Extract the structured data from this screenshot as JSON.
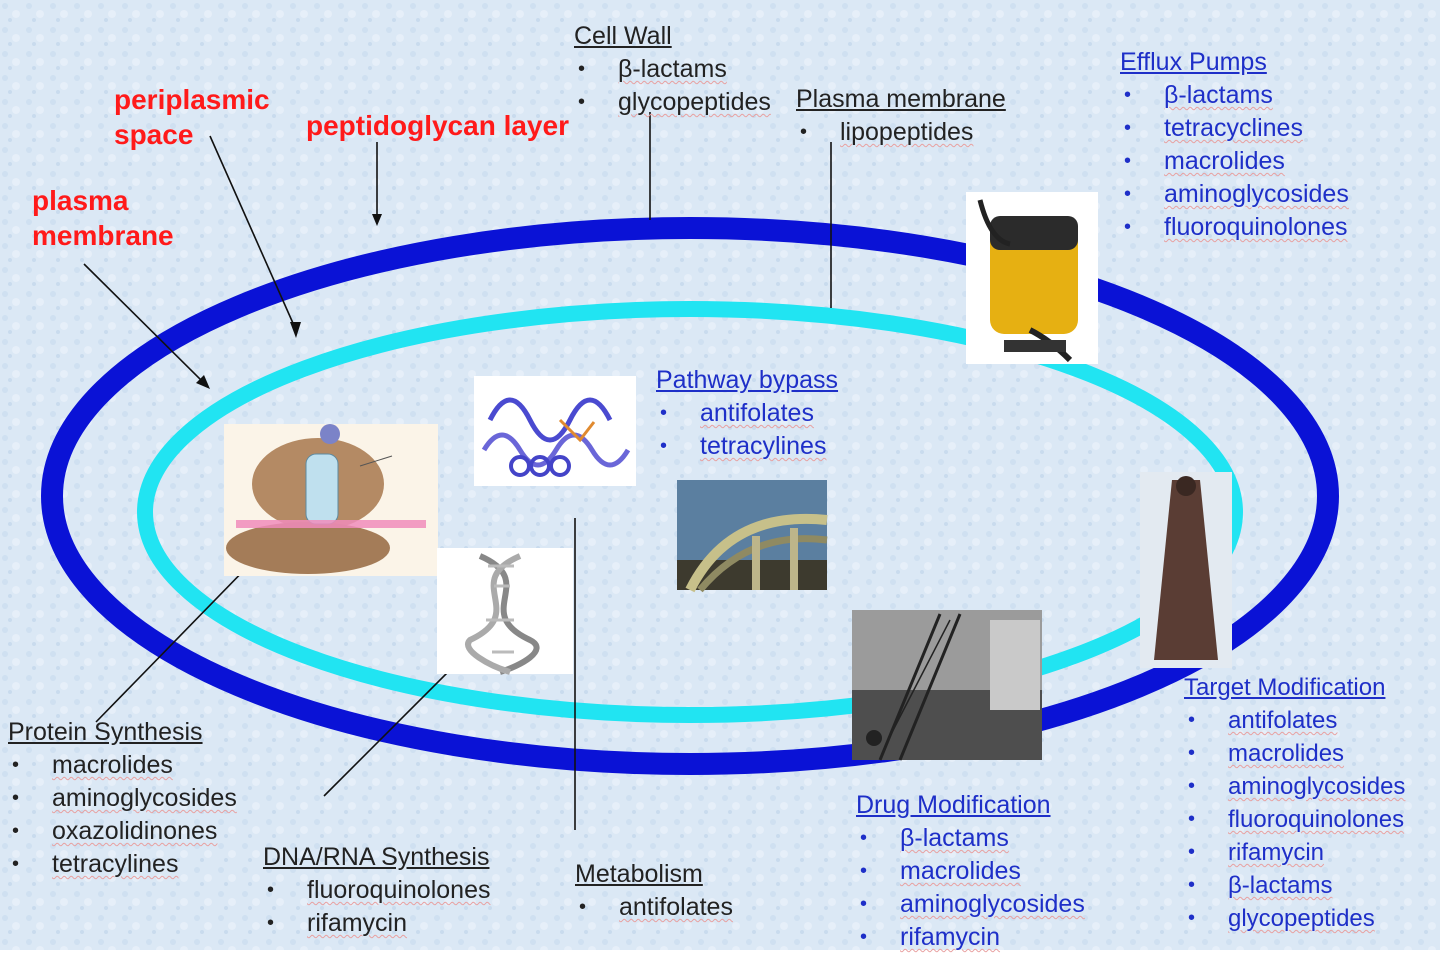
{
  "colors": {
    "outer_ring": "#0a12d6",
    "inner_ring": "#21e4f2",
    "red_label": "#ff1a1a",
    "blue_text": "#1e2fc8",
    "dark_text": "#222222",
    "background": "#dbe8f5"
  },
  "red_labels": {
    "periplasmic": "periplasmic\nspace",
    "peptidoglycan": "peptidoglycan layer",
    "plasma": "plasma\nmembrane"
  },
  "groups": {
    "cell_wall": {
      "heading": "Cell Wall",
      "items": [
        "β-lactams",
        "glycopeptides"
      ]
    },
    "plasma_membrane": {
      "heading": "Plasma membrane",
      "items": [
        "lipopeptides"
      ]
    },
    "efflux_pumps": {
      "heading": "Efflux Pumps",
      "items": [
        "β-lactams",
        "tetracyclines",
        "macrolides",
        "aminoglycosides",
        "fluoroquinolones"
      ]
    },
    "pathway_bypass": {
      "heading": "Pathway bypass",
      "items": [
        "antifolates",
        "tetracylines"
      ]
    },
    "protein_synthesis": {
      "heading": "Protein Synthesis",
      "items": [
        "macrolides",
        "aminoglycosides",
        "oxazolidinones",
        "tetracylines"
      ]
    },
    "dna_rna": {
      "heading": "DNA/RNA Synthesis",
      "items": [
        "fluoroquinolones",
        "rifamycin"
      ]
    },
    "metabolism": {
      "heading": "Metabolism",
      "items": [
        "antifolates"
      ]
    },
    "drug_modification": {
      "heading": "Drug Modification",
      "items": [
        "β-lactams",
        "macrolides",
        "aminoglycosides",
        "rifamycin"
      ]
    },
    "target_modification": {
      "heading": "Target Modification",
      "items": [
        "antifolates",
        "macrolides",
        "aminoglycosides",
        "fluoroquinolones",
        "rifamycin",
        "β-lactams",
        "glycopeptides"
      ]
    }
  },
  "pictures": {
    "ribosome": "ribosome-illustration",
    "protein": "protein-structure-illustration",
    "dna": "dna-helix-illustration",
    "overpass": "highway-overpass-photo",
    "vacuum": "shop-vacuum-photo",
    "cloak": "cloak-photo",
    "crane": "demolition-crane-photo"
  }
}
